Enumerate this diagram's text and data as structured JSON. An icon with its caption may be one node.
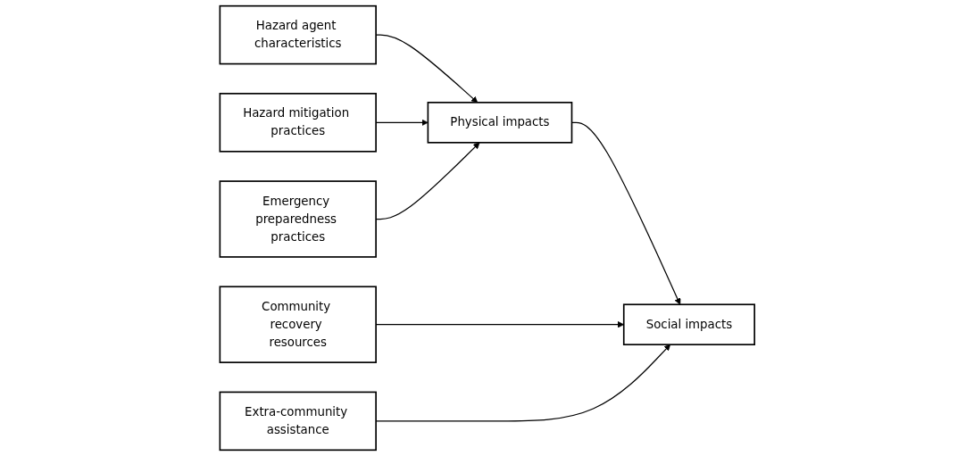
{
  "diagram": {
    "nodes": [
      {
        "text": [
          "Hazard mitigation practices"
        ]
      },
      {
        "text": [
          "Community recovery resources"
        ]
      },
      {
        "text": [
          "Hazard agent characteristics"
        ]
      },
      {
        "text": [
          "Physical impacts"
        ]
      },
      {
        "text": [
          "Social impacts"
        ]
      },
      {
        "text": [
          "Emergency preparedness practices"
        ]
      },
      {
        "text": [
          "Extra-community assistance"
        ]
      }
    ],
    "edges": [
      {
        "from": 2,
        "to": 3,
        "arrow": "to"
      },
      {
        "from": 0,
        "to": 3,
        "arrow": "to"
      },
      {
        "from": 5,
        "to": 3,
        "arrow": "to"
      },
      {
        "from": 3,
        "to": 4,
        "arrow": "to"
      },
      {
        "from": 1,
        "to": 4,
        "arrow": "to"
      },
      {
        "from": 6,
        "to": 4,
        "arrow": "to"
      }
    ]
  }
}
